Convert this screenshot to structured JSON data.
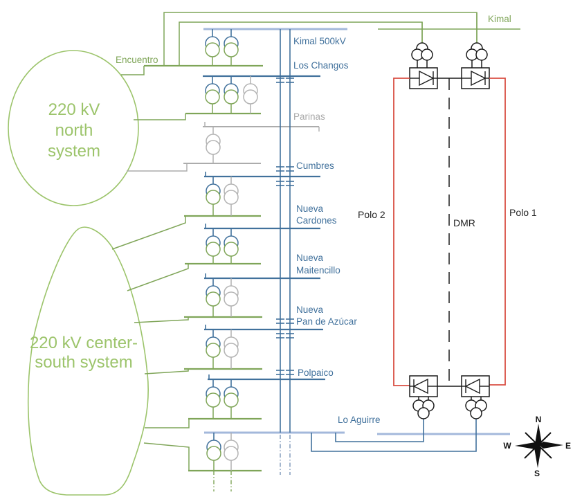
{
  "systems": {
    "north": {
      "line1": "220 kV",
      "line2": "north",
      "line3": "system"
    },
    "center_south": {
      "line1": "220 kV center-",
      "line2": "south system"
    }
  },
  "substations": {
    "encuentro": "Encuentro",
    "kimal": "Kimal",
    "kimal_500": "Kimal 500kV",
    "los_changos": "Los Changos",
    "parinas": "Parinas",
    "cumbres": "Cumbres",
    "nueva_cardones": {
      "line1": "Nueva",
      "line2": "Cardones"
    },
    "nueva_maitencillo": {
      "line1": "Nueva",
      "line2": "Maitencillo"
    },
    "nueva_pan_de_azucar": {
      "line1": "Nueva",
      "line2": "Pan de Azúcar"
    },
    "polpaico": "Polpaico",
    "lo_aguirre": "Lo Aguirre"
  },
  "hvdc": {
    "polo_2": "Polo 2",
    "dmr": "DMR",
    "polo_1": "Polo 1"
  },
  "compass": {
    "north": "N",
    "south": "S",
    "east": "E",
    "west": "W"
  },
  "colors": {
    "green_line": "#7FA558",
    "green_light": "#9CC46B",
    "blue_line": "#41719C",
    "blue_light": "#A3B8DB",
    "gray_future": "#ACACAC",
    "red_pole": "#D94F43",
    "black": "#1A1A1A"
  }
}
